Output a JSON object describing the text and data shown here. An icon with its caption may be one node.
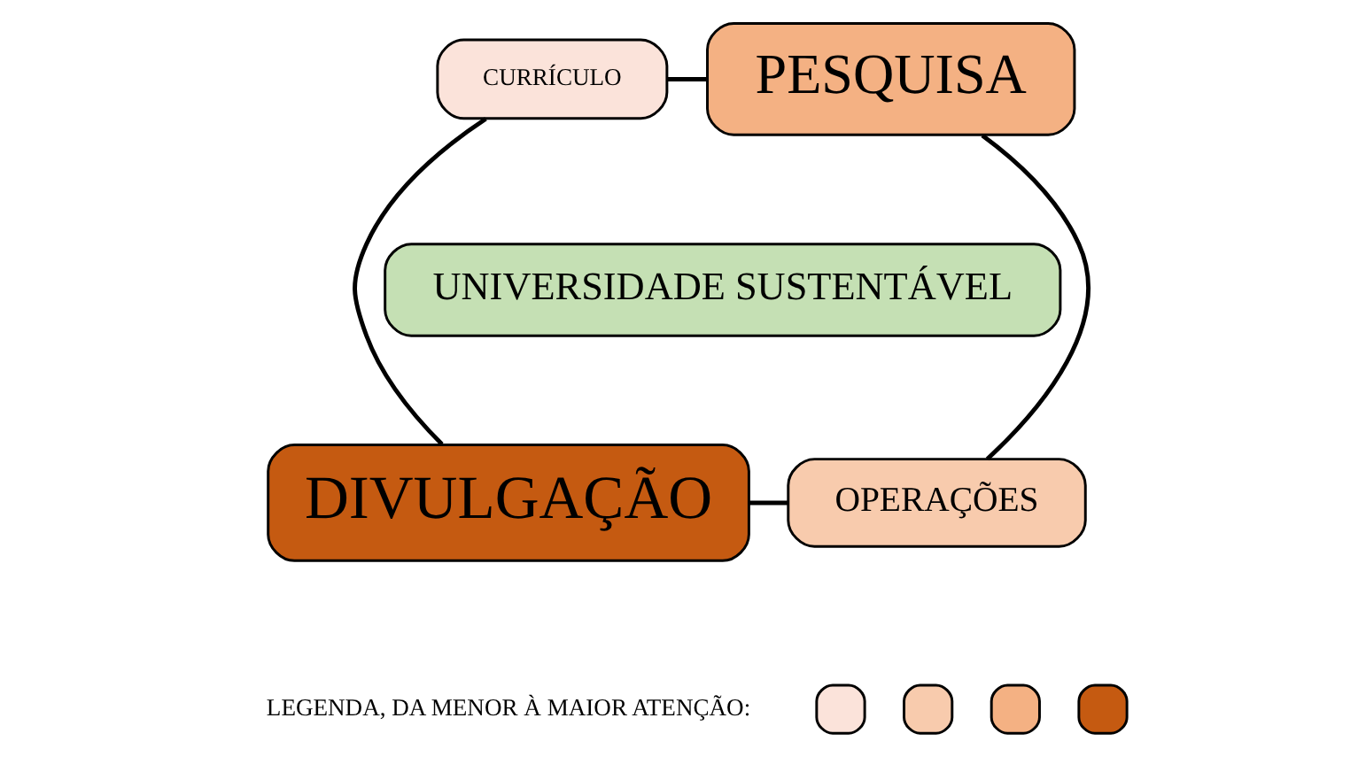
{
  "diagram": {
    "nodes": [
      {
        "text": [
          "CURRÍCULO"
        ]
      },
      {
        "text": [
          "PESQUISA"
        ]
      },
      {
        "text": [
          "UNIVERSIDADE SUSTENTÁVEL"
        ]
      },
      {
        "text": [
          "DIVULGAÇÃO"
        ]
      },
      {
        "text": [
          "OPERAÇÕES"
        ]
      },
      {
        "text": [],
        "shape": "box"
      },
      {
        "text": [],
        "shape": "box"
      },
      {
        "text": [],
        "shape": "box"
      },
      {
        "text": [],
        "shape": "box"
      }
    ],
    "edges": [
      {
        "from": 0,
        "to": 1,
        "arrow": "none"
      },
      {
        "from": 1,
        "to": 4,
        "arrow": "none"
      },
      {
        "from": 4,
        "to": 3,
        "arrow": "none"
      },
      {
        "from": 3,
        "to": 0,
        "arrow": "none"
      }
    ],
    "labels": [
      "LEGENDA, DA MENOR À MAIOR ATENÇÃO:"
    ]
  }
}
